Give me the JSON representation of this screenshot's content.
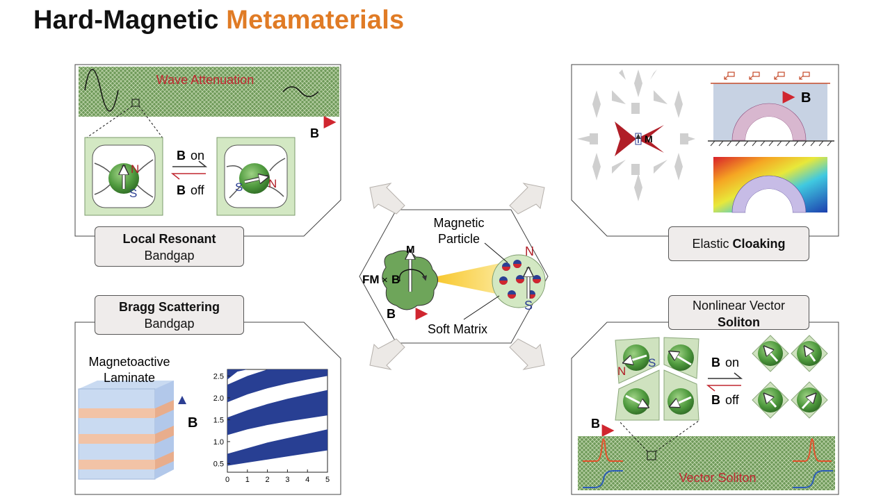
{
  "title": {
    "part1": "Hard-Magnetic",
    "part2": "Metamaterials",
    "accent_color": "#e07b25"
  },
  "center": {
    "magnetic_particle_line1": "Magnetic",
    "magnetic_particle_line2": "Particle",
    "soft_matrix": "Soft Matrix",
    "fm_label": "FM",
    "cross": "×",
    "b_label": "B",
    "m_label": "M",
    "n_label": "N",
    "s_label": "S"
  },
  "top_left": {
    "wave_attenuation": "Wave Attenuation",
    "b_label": "B",
    "b_on": "on",
    "b_off": "off",
    "n_label": "N",
    "s_label": "S",
    "caption_bold": "Local Resonant",
    "caption_normal": "Bandgap"
  },
  "top_right": {
    "m_label": "M",
    "b_label": "B",
    "caption_normal": "Elastic",
    "caption_bold": "Cloaking"
  },
  "bottom_left": {
    "caption_bold": "Bragg Scattering",
    "caption_normal": "Bandgap",
    "laminate_line1": "Magnetoactive",
    "laminate_line2": "Laminate",
    "b_label": "B"
  },
  "bottom_right": {
    "caption_normal": "Nonlinear Vector",
    "caption_bold": "Soliton",
    "b_label": "B",
    "b_on": "on",
    "b_off": "off",
    "n_label": "N",
    "s_label": "S",
    "vector_soliton": "Vector Soliton"
  },
  "chart_data": {
    "type": "area",
    "x_ticks": [
      "0",
      "1",
      "2",
      "3",
      "4",
      "5"
    ],
    "y_ticks": [
      "0.5",
      "1.0",
      "1.5",
      "2.0",
      "2.5"
    ],
    "xlim": [
      0,
      5
    ],
    "ylim": [
      0.3,
      2.65
    ],
    "band_color": "#283f93",
    "bands": [
      {
        "x": [
          0,
          1,
          2,
          3,
          4,
          5
        ],
        "lower": [
          0.45,
          0.52,
          0.59,
          0.66,
          0.73,
          0.8
        ],
        "upper": [
          0.72,
          0.85,
          0.98,
          1.08,
          1.18,
          1.28
        ]
      },
      {
        "x": [
          0,
          1,
          2,
          3,
          4,
          5
        ],
        "lower": [
          1.15,
          1.28,
          1.38,
          1.46,
          1.53,
          1.6
        ],
        "upper": [
          1.55,
          1.72,
          1.86,
          1.98,
          2.08,
          2.18
        ]
      },
      {
        "x": [
          0,
          1,
          2,
          3,
          4,
          5
        ],
        "lower": [
          1.9,
          2.08,
          2.22,
          2.33,
          2.42,
          2.5
        ],
        "upper": [
          2.3,
          2.5,
          2.65,
          2.65,
          2.65,
          2.65
        ]
      },
      {
        "x": [
          0,
          0.5,
          1
        ],
        "lower": [
          2.42,
          2.6,
          2.65
        ],
        "upper": [
          2.65,
          2.65,
          2.65
        ]
      }
    ]
  }
}
